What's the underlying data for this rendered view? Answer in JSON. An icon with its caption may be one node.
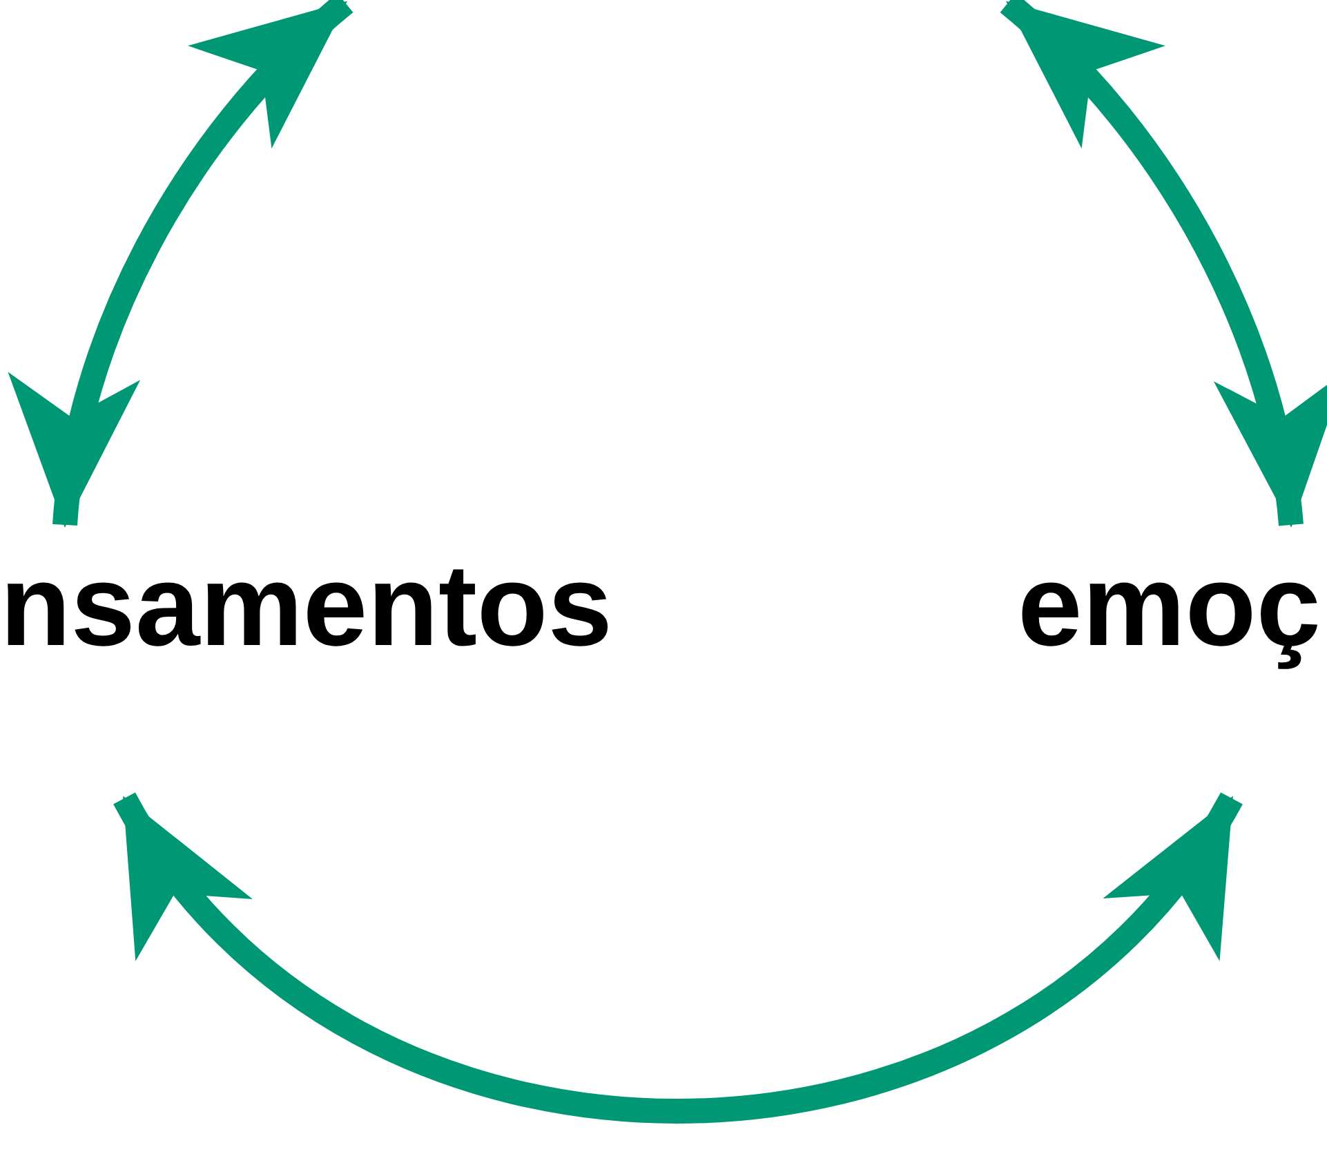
{
  "diagram": {
    "nodes": [
      {
        "text": [
          "nsamentos"
        ]
      },
      {
        "text": [
          "emoç"
        ]
      }
    ],
    "edges": [
      {
        "from": 0,
        "to": null,
        "arrow": "both"
      },
      {
        "from": 1,
        "to": null,
        "arrow": "both"
      },
      {
        "from": 0,
        "to": 1,
        "arrow": "both"
      }
    ]
  }
}
